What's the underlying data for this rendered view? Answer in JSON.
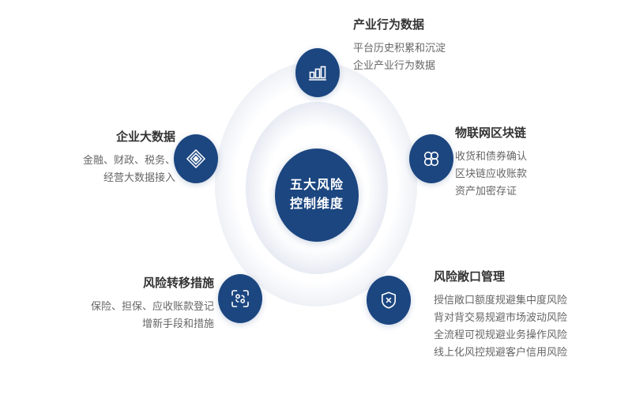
{
  "center": {
    "line1": "五大风险",
    "line2": "控制维度"
  },
  "colors": {
    "navy": "#1c4680",
    "title_text": "#333333",
    "body_text": "#666666",
    "halo": "#dfe5f0",
    "background": "#ffffff"
  },
  "nodes": [
    {
      "id": "industry-behavior-data",
      "icon": "bar-chart-icon",
      "title": "产业行为数据",
      "lines": [
        "平台历史积累和沉淀",
        "企业产业行为数据"
      ],
      "align": "left"
    },
    {
      "id": "enterprise-big-data",
      "icon": "concentric-diamond-icon",
      "title": "企业大数据",
      "lines": [
        "金融、财政、税务、",
        "经营大数据接入"
      ],
      "align": "right"
    },
    {
      "id": "iot-blockchain",
      "icon": "clover-network-icon",
      "title": "物联网区块链",
      "lines": [
        "收货和债券确认",
        "区块链应收账款",
        "资产加密存证"
      ],
      "align": "left"
    },
    {
      "id": "risk-transfer-measures",
      "icon": "scan-frame-icon",
      "title": "风险转移措施",
      "lines": [
        "保险、担保、应收账款登记",
        "增新手段和措施"
      ],
      "align": "right"
    },
    {
      "id": "risk-exposure-management",
      "icon": "shield-x-icon",
      "title": "风险敞口管理",
      "lines": [
        "授信敞口额度规避集中度风险",
        "背对背交易规避市场波动风险",
        "全流程可视规避业务操作风险",
        "线上化风控规避客户信用风险"
      ],
      "align": "left"
    }
  ]
}
